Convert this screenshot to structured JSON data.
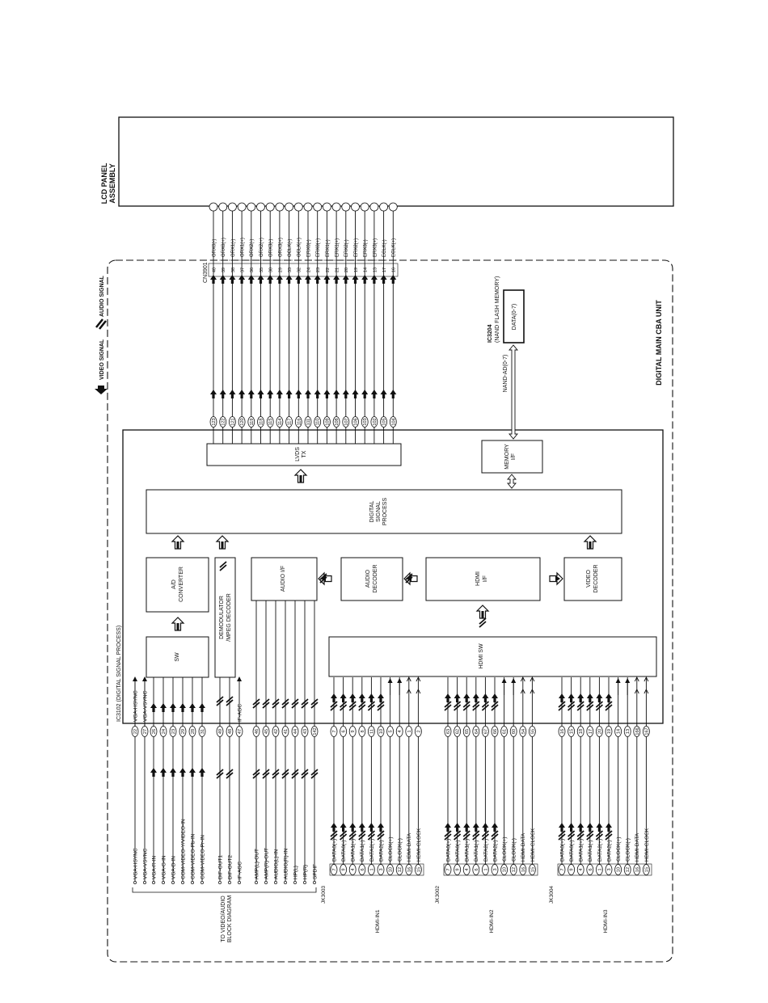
{
  "legend": {
    "video": "VIDEO SIGNAL",
    "audio": "AUDIO SIGNAL"
  },
  "lcd": {
    "title_line1": "LCD PANEL",
    "title_line2": "ASSEMBLY"
  },
  "unit": {
    "title": "DIGITAL MAIN CBA UNIT"
  },
  "ic3102": {
    "title": "IC3102 (DIGITAL SIGNAL PROCESS)"
  },
  "connector": {
    "name": "CN3901"
  },
  "blocks": {
    "sw": "SW",
    "adc": [
      "A/D",
      "CONVERTER"
    ],
    "demod": [
      "DEMODULATOR",
      "/MPEG DECODER"
    ],
    "audio_if": "AUDIO I/F",
    "audio_decoder": [
      "AUDIO",
      "DECODER"
    ],
    "hdmi_if": [
      "HDMI",
      "I/F"
    ],
    "video_decoder": [
      "VIDEO",
      "DECODER"
    ],
    "dsp": [
      "DIGITAL",
      "SIGNAL",
      "PROCESS"
    ],
    "lvds": [
      "LVDS",
      "TX"
    ],
    "memory_if": [
      "MEMORY",
      "I/F"
    ],
    "hdmi_sw": "HDMI SW"
  },
  "nand": {
    "title": "IC3204",
    "subtitle": "(NAND FLASH MEMORY)",
    "pin": "DATA(0-7)",
    "bus": "NAND-AD(0-7)"
  },
  "lvds_lines": [
    {
      "pin": "123",
      "conn": "40",
      "sig": "ORX0(-)"
    },
    {
      "pin": "122",
      "conn": "39",
      "sig": "ORX0(+)"
    },
    {
      "pin": "121",
      "conn": "38",
      "sig": "ORX1(-)"
    },
    {
      "pin": "120",
      "conn": "37",
      "sig": "ORX1(+)"
    },
    {
      "pin": "119",
      "conn": "36",
      "sig": "ORX2(-)"
    },
    {
      "pin": "118",
      "conn": "35",
      "sig": "ORX2(+)"
    },
    {
      "pin": "115",
      "conn": "30",
      "sig": "ORX3(-)"
    },
    {
      "pin": "114",
      "conn": "29",
      "sig": "ORX3(+)"
    },
    {
      "pin": "117",
      "conn": "33",
      "sig": "OCLK(-)"
    },
    {
      "pin": "116",
      "conn": "32",
      "sig": "OCLK(+)"
    },
    {
      "pin": "111",
      "conn": "24",
      "sig": "ERX0(-)"
    },
    {
      "pin": "110",
      "conn": "23",
      "sig": "ERX0(+)"
    },
    {
      "pin": "109",
      "conn": "22",
      "sig": "ERX1(-)"
    },
    {
      "pin": "108",
      "conn": "21",
      "sig": "ERX1(+)"
    },
    {
      "pin": "107",
      "conn": "20",
      "sig": "ERX2(-)"
    },
    {
      "pin": "106",
      "conn": "19",
      "sig": "ERX2(+)"
    },
    {
      "pin": "103",
      "conn": "14",
      "sig": "ERX3(-)"
    },
    {
      "pin": "102",
      "conn": "13",
      "sig": "ERX3(+)"
    },
    {
      "pin": "105",
      "conn": "17",
      "sig": "ECLK(-)"
    },
    {
      "pin": "104",
      "conn": "16",
      "sig": "ECLK(+)"
    }
  ],
  "vga_inputs": [
    {
      "pin": "22",
      "sig": "VGA-HSYNC",
      "ic_sig": "VGA-HSYNC"
    },
    {
      "pin": "27",
      "sig": "VGA-VSYNC",
      "ic_sig": "VGA-VSYNC"
    },
    {
      "pin": "26",
      "sig": "VGA-R-IN"
    },
    {
      "pin": "24",
      "sig": "VGA-G-IN"
    },
    {
      "pin": "23",
      "sig": "VGA-B-IN"
    },
    {
      "pin": "29",
      "sig": "COM-VIDEO-Y/VIDEO-IN"
    },
    {
      "pin": "28",
      "sig": "COM-VIDEO-Pb-IN"
    },
    {
      "pin": "31",
      "sig": "COM-VIDEO-Pr-IN"
    }
  ],
  "dif_inputs": [
    {
      "pin": "49",
      "sig": "DIF-OUT1"
    },
    {
      "pin": "48",
      "sig": "DIF-OUT2"
    },
    {
      "pin": "47",
      "sig": "IF-AGC",
      "ic_sig": "IF-AGC"
    }
  ],
  "audio_lines": [
    {
      "pin": "46",
      "sig": "AMP(L)-OUT"
    },
    {
      "pin": "45",
      "sig": "AMP(R)-OUT"
    },
    {
      "pin": "42",
      "sig": "AUDIO(L)-IN"
    },
    {
      "pin": "41",
      "sig": "AUDIO(R)-IN"
    },
    {
      "pin": "44",
      "sig": "HP(L)"
    },
    {
      "pin": "43",
      "sig": "HP(R)"
    },
    {
      "pin": "142",
      "sig": "SPDIF"
    }
  ],
  "left_group_label": [
    "TO VIDEO/AUDIO",
    "BLOCK DIAGRAM"
  ],
  "hdmi_ports": [
    {
      "jack": "JK3003",
      "name": "HDMI-IN1",
      "lines": [
        {
          "jp": "7",
          "sig": "DATA0(+)",
          "ic": "7"
        },
        {
          "jp": "9",
          "sig": "DATA0(-)",
          "ic": "6"
        },
        {
          "jp": "4",
          "sig": "DATA1(+)",
          "ic": "9"
        },
        {
          "jp": "6",
          "sig": "DATA1(-)",
          "ic": "8"
        },
        {
          "jp": "1",
          "sig": "DATA2(+)",
          "ic": "11"
        },
        {
          "jp": "3",
          "sig": "DATA2(-)",
          "ic": "10"
        },
        {
          "jp": "10",
          "sig": "CLOCK(+)",
          "ic": "5"
        },
        {
          "jp": "12",
          "sig": "CLOCK(-)",
          "ic": "4"
        },
        {
          "jp": "16",
          "sig": "HDMI-DATA",
          "ic": "1"
        },
        {
          "jp": "15",
          "sig": "HDMI-CLOCK",
          "ic": "2"
        }
      ]
    },
    {
      "jack": "JK3002",
      "name": "HDMI-IN2",
      "lines": [
        {
          "jp": "7",
          "sig": "DATA0(+)",
          "ic": "63"
        },
        {
          "jp": "9",
          "sig": "DATA0(-)",
          "ic": "62"
        },
        {
          "jp": "4",
          "sig": "DATA1(+)",
          "ic": "65"
        },
        {
          "jp": "6",
          "sig": "DATA1(-)",
          "ic": "64"
        },
        {
          "jp": "1",
          "sig": "DATA2(+)",
          "ic": "67"
        },
        {
          "jp": "3",
          "sig": "DATA2(-)",
          "ic": "66"
        },
        {
          "jp": "10",
          "sig": "CLOCK(+)",
          "ic": "61"
        },
        {
          "jp": "12",
          "sig": "CLOCK(-)",
          "ic": "60"
        },
        {
          "jp": "16",
          "sig": "HDMI-DATA",
          "ic": "54"
        },
        {
          "jp": "15",
          "sig": "HDMI-CLOCK",
          "ic": "55"
        }
      ]
    },
    {
      "jack": "JK3004",
      "name": "HDMI-IN3",
      "lines": [
        {
          "jp": "7",
          "sig": "DATA0(+)",
          "ic": "16"
        },
        {
          "jp": "9",
          "sig": "DATA0(-)",
          "ic": "15"
        },
        {
          "jp": "4",
          "sig": "DATA1(+)",
          "ic": "18"
        },
        {
          "jp": "6",
          "sig": "DATA1(-)",
          "ic": "17"
        },
        {
          "jp": "1",
          "sig": "DATA2(+)",
          "ic": "20"
        },
        {
          "jp": "3",
          "sig": "DATA2(-)",
          "ic": "19"
        },
        {
          "jp": "10",
          "sig": "CLOCK(+)",
          "ic": "14"
        },
        {
          "jp": "12",
          "sig": "CLOCK(-)",
          "ic": "13"
        },
        {
          "jp": "16",
          "sig": "HDMI-DATA",
          "ic": "166"
        },
        {
          "jp": "15",
          "sig": "HDMI-CLOCK",
          "ic": "167"
        }
      ]
    }
  ]
}
